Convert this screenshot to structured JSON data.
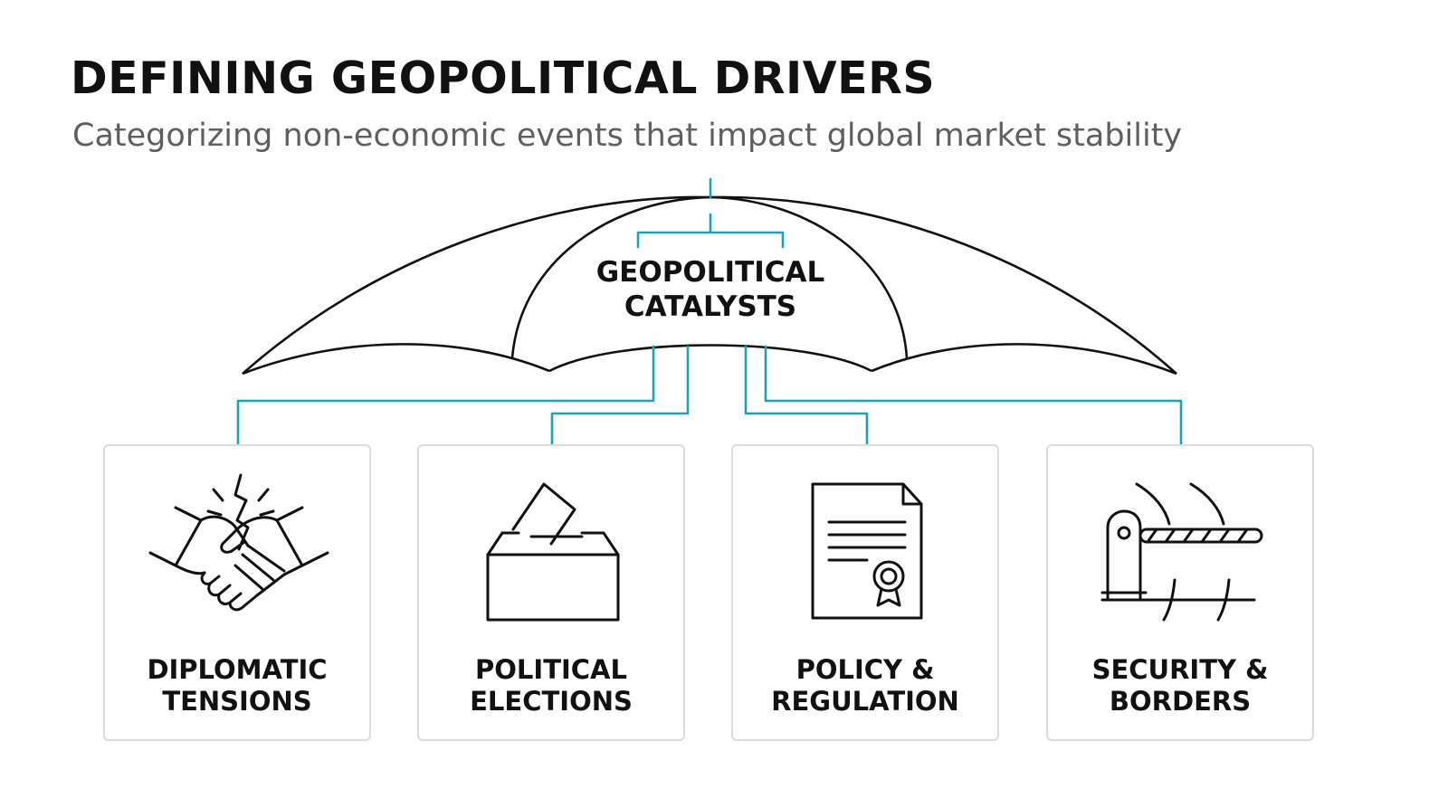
{
  "header": {
    "title": "DEFINING GEOPOLITICAL DRIVERS",
    "subtitle": "Categorizing non-economic events that impact global market stability"
  },
  "umbrella": {
    "line1": "GEOPOLITICAL",
    "line2": "CATALYSTS"
  },
  "colors": {
    "accent": "#1aa3b5",
    "ink": "#111111",
    "subtitle": "#5f5f5f",
    "card_border": "#dcdcdc"
  },
  "categories": [
    {
      "icon": "handshake-icon",
      "line1": "DIPLOMATIC",
      "line2": "TENSIONS"
    },
    {
      "icon": "ballot-box-icon",
      "line1": "POLITICAL",
      "line2": "ELECTIONS"
    },
    {
      "icon": "certificate-document-icon",
      "line1": "POLICY &",
      "line2": "REGULATION"
    },
    {
      "icon": "border-barrier-icon",
      "line1": "SECURITY &",
      "line2": "BORDERS"
    }
  ]
}
